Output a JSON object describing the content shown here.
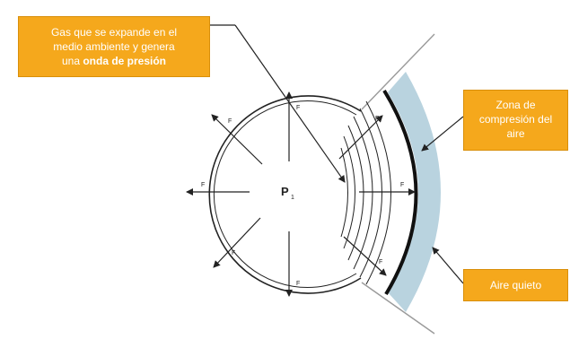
{
  "callouts": {
    "gas_line1": "Gas que se expande en el",
    "gas_line2": "medio ambiente y genera",
    "gas_line3_plain": "una ",
    "gas_line3_bold": "onda de presión",
    "zone": [
      "Zona de",
      "compresión del",
      "aire"
    ],
    "air": "Aire quieto"
  },
  "diagram": {
    "pressure_symbol": "P",
    "pressure_subscript": "1",
    "force_label": "F",
    "colors": {
      "callout_fill": "#f5a81c",
      "compression_zone": "#b9d3df",
      "lines": "#222222",
      "guide_lines": "#9a9a9a"
    }
  }
}
